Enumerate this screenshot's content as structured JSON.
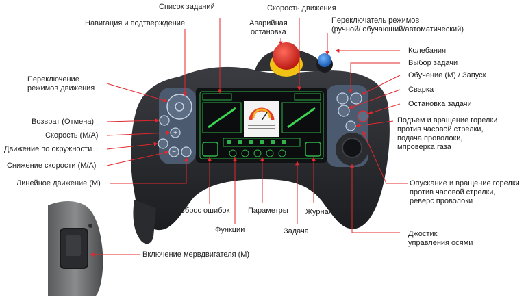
{
  "labels": {
    "task_list": "Список заданий",
    "navigation_confirm": "Навигация и подтверждение",
    "emergency_stop": "Аварийная\nостановка",
    "motion_speed": "Скорость движения",
    "mode_switch": "Переключатель режимов\n(ручной/ обучающий/автоматический)",
    "oscillation": "Колебания",
    "task_select": "Выбор задачи",
    "teach_start": "Обучение (М) / Запуск",
    "welding": "Сварка",
    "task_stop": "Остановка задачи",
    "raise_rotate": "Подъем и вращение горелки\nпротив часовой стрелки,\nподача проволоки,\nмпроверка газа",
    "motion_mode_switch": "Переключение\nрежимов движения",
    "return_cancel": "Возврат (Отмена)",
    "speed_ma": "Скорость (М/А)",
    "circular_motion": "Движение по окружности",
    "speed_reduce": "Снижение скорости (М/А)",
    "linear_motion": "Линейное движение (М)",
    "error_reset": "Сброс ошибок",
    "functions": "Функции",
    "parameters": "Параметры",
    "task": "Задача",
    "journal": "Журнал",
    "lower_rotate": "Опускание и вращение горелки\nпротив часовой стрелки,\nреверс проволоки",
    "joystick": "Джостик\nуправления осями",
    "servo_enable": "Включение мервдвигателя (М)"
  },
  "colors": {
    "arrow": "#e0282d",
    "body": "#2b2d31",
    "panel": "#4b5a6e",
    "screen_border": "#30b34a",
    "estop": "#d8201f",
    "estop_base": "#f2c114",
    "mode_knob": "#1f72d8"
  },
  "icons": [
    "emergency-stop-button",
    "mode-knob",
    "joystick-icon",
    "speed-gauge-icon"
  ]
}
